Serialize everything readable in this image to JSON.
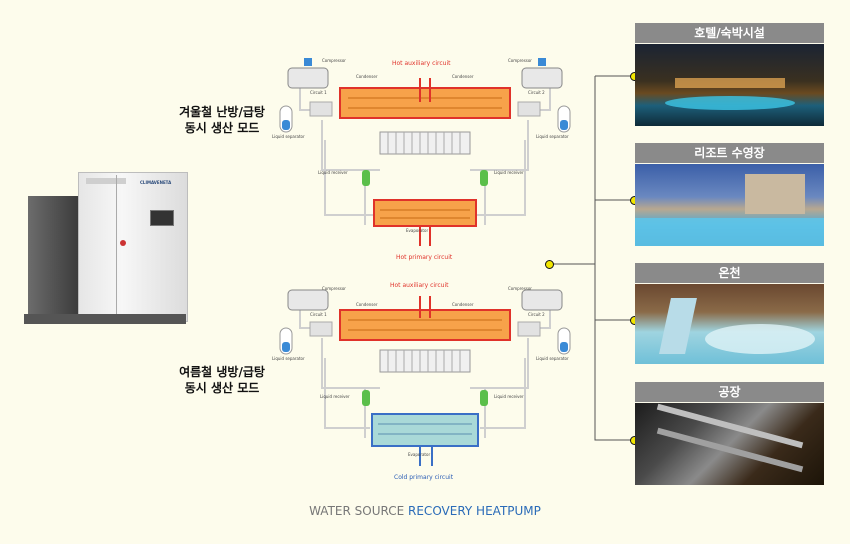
{
  "modes": {
    "winter_line1": "겨울철 난방/급탕",
    "winter_line2": "동시 생산 모드",
    "summer_line1": "여름철 냉방/급탕",
    "summer_line2": "동시 생산 모드"
  },
  "unit": {
    "brand": "CLIMAVENETA"
  },
  "diagram_top": {
    "hot_aux": "Hot auxiliary circuit",
    "hot_primary": "Hot primary circuit",
    "compressor": "Compressor",
    "condenser": "Condenser",
    "circuit1": "Circuit 1",
    "circuit2": "Circuit 2",
    "liquid_separator": "Liquid separator",
    "liquid_receiver": "Liquid receiver",
    "evaporator": "Evaporator"
  },
  "diagram_bottom": {
    "hot_aux": "Hot auxiliary circuit",
    "cold_primary": "Cold primary circuit",
    "compressor": "Compressor",
    "condenser": "Condenser",
    "circuit1": "Circuit 1",
    "circuit2": "Circuit 2",
    "liquid_separator": "Liquid separator",
    "liquid_receiver": "Liquid receiver",
    "evaporator": "Evaporator"
  },
  "applications": [
    {
      "label": "호텔/숙박시설"
    },
    {
      "label": "리조트 수영장"
    },
    {
      "label": "온천"
    },
    {
      "label": "공장"
    }
  ],
  "caption": {
    "part1": "WATER SOURCE ",
    "part2": "RECOVERY HEATPUMP"
  },
  "colors": {
    "hot": "#e0322a",
    "hot_fill": "#f7a24a",
    "cold": "#3a6fc6",
    "cold_fill": "#a9d9d8",
    "accent_dot": "#f2e600",
    "header_gray": "#8a8a8a"
  }
}
